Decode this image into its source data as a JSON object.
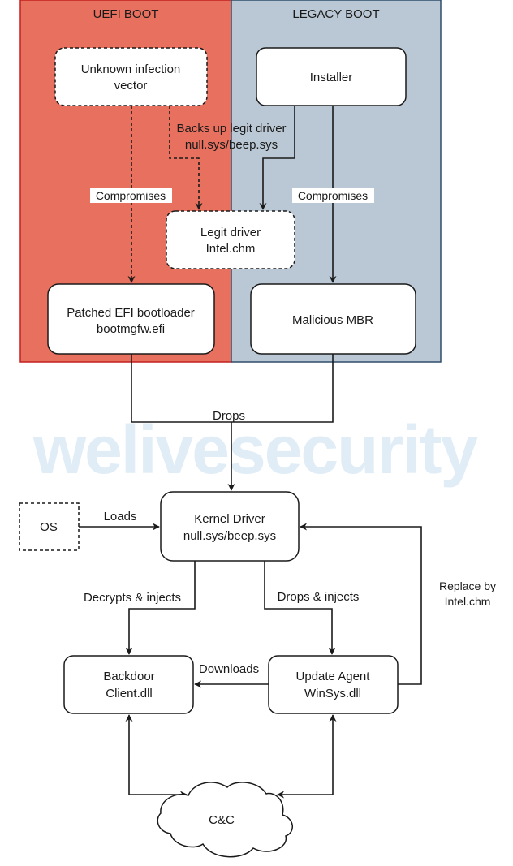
{
  "colors": {
    "uefi_fill": "#e8705f",
    "uefi_border": "#c42020",
    "legacy_fill": "#b9c8d4",
    "legacy_border": "#2f4d6b",
    "watermark": "#d6e8f3",
    "node_fill": "#ffffff",
    "stroke": "#1a1a1a"
  },
  "watermark": "welivesecurity",
  "regions": {
    "uefi": {
      "title": "UEFI BOOT"
    },
    "legacy": {
      "title": "LEGACY BOOT"
    }
  },
  "nodes": {
    "unknown_vector": {
      "line1": "Unknown infection",
      "line2": "vector",
      "style": "dashed"
    },
    "installer": {
      "line1": "Installer",
      "style": "solid"
    },
    "legit_driver": {
      "line1": "Legit driver",
      "line2": "Intel.chm",
      "style": "dashed"
    },
    "patched_efi": {
      "line1": "Patched EFI bootloader",
      "line2": "bootmgfw.efi",
      "style": "solid"
    },
    "malicious_mbr": {
      "line1": "Malicious MBR",
      "style": "solid"
    },
    "os": {
      "line1": "OS",
      "style": "dashed"
    },
    "kernel_driver": {
      "line1": "Kernel Driver",
      "line2": "null.sys/beep.sys",
      "style": "solid"
    },
    "backdoor": {
      "line1": "Backdoor",
      "line2": "Client.dll",
      "style": "solid"
    },
    "update_agent": {
      "line1": "Update Agent",
      "line2": "WinSys.dll",
      "style": "solid"
    },
    "cnc": {
      "line1": "C&C",
      "style": "cloud"
    }
  },
  "edges": {
    "backs_up": {
      "line1": "Backs up legit driver",
      "line2": "null.sys/beep.sys"
    },
    "compromises_uefi": {
      "label": "Compromises"
    },
    "compromises_legacy": {
      "label": "Compromises"
    },
    "drops": {
      "label": "Drops"
    },
    "loads": {
      "label": "Loads"
    },
    "decrypts_injects": {
      "label": "Decrypts & injects"
    },
    "drops_injects": {
      "label": "Drops & injects"
    },
    "downloads": {
      "label": "Downloads"
    },
    "replace_by": {
      "line1": "Replace by",
      "line2": "Intel.chm"
    }
  }
}
